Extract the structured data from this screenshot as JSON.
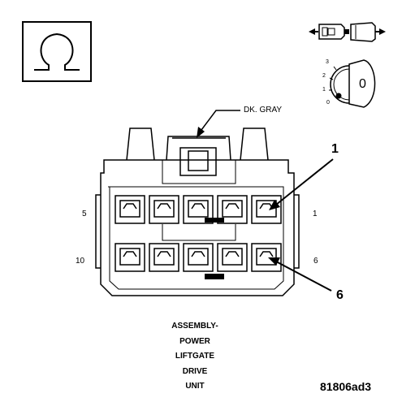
{
  "resistance_symbol": {
    "glyph": "Ω",
    "icon": "ohm-resistance-icon"
  },
  "ignition": {
    "positions": [
      "3",
      "2",
      "1",
      "0"
    ],
    "key_label": "0",
    "icons": [
      "ignition-key-remove-icon",
      "ignition-switch-dial-icon"
    ]
  },
  "connector": {
    "wire_label": "DK. GRAY",
    "pin_labels": {
      "top_left": "5",
      "top_right": "1",
      "bottom_left": "10",
      "bottom_right": "6"
    },
    "callouts": {
      "pin_1": "1",
      "pin_6": "6"
    },
    "pins_top_row": 5,
    "pins_bottom_row": 5
  },
  "caption": [
    "ASSEMBLY-",
    "POWER",
    "LIFTGATE",
    "DRIVE",
    "UNIT"
  ],
  "figure_id": "81806ad3"
}
